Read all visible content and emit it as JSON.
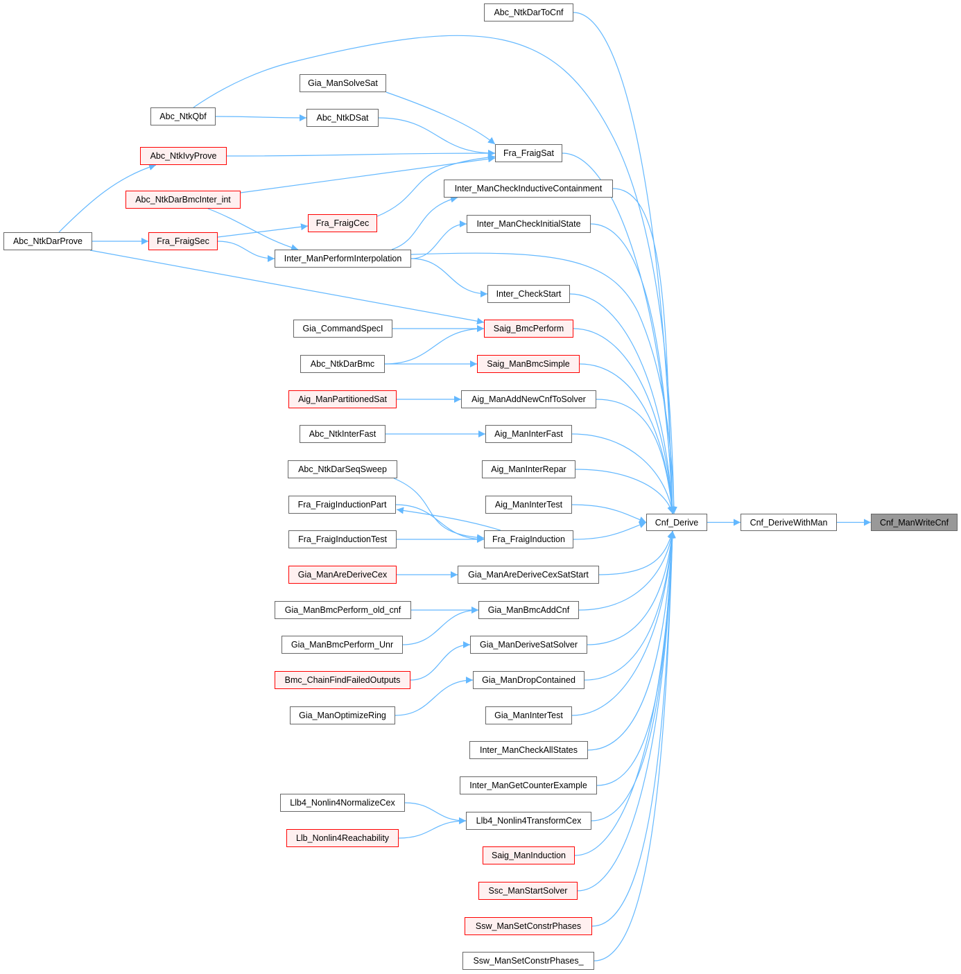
{
  "graph": {
    "title": "Cnf_ManWriteCnf",
    "edge_color": "#63b8ff",
    "nodes": [
      {
        "id": "Cnf_ManWriteCnf",
        "label": "Cnf_ManWriteCnf",
        "style": "gray"
      },
      {
        "id": "Cnf_DeriveWithMan",
        "label": "Cnf_DeriveWithMan",
        "style": "normal"
      },
      {
        "id": "Cnf_Derive",
        "label": "Cnf_Derive",
        "style": "normal"
      },
      {
        "id": "Abc_NtkDarToCnf",
        "label": "Abc_NtkDarToCnf",
        "style": "normal"
      },
      {
        "id": "Fra_FraigSat",
        "label": "Fra_FraigSat",
        "style": "normal"
      },
      {
        "id": "Inter_ManCheckInductiveContainment",
        "label": "Inter_ManCheckInductiveContainment",
        "style": "normal"
      },
      {
        "id": "Inter_ManCheckInitialState",
        "label": "Inter_ManCheckInitialState",
        "style": "normal"
      },
      {
        "id": "Inter_CheckStart",
        "label": "Inter_CheckStart",
        "style": "normal"
      },
      {
        "id": "Saig_BmcPerform",
        "label": "Saig_BmcPerform",
        "style": "red"
      },
      {
        "id": "Saig_ManBmcSimple",
        "label": "Saig_ManBmcSimple",
        "style": "red"
      },
      {
        "id": "Aig_ManAddNewCnfToSolver",
        "label": "Aig_ManAddNewCnfToSolver",
        "style": "normal"
      },
      {
        "id": "Aig_ManInterFast",
        "label": "Aig_ManInterFast",
        "style": "normal"
      },
      {
        "id": "Aig_ManInterRepar",
        "label": "Aig_ManInterRepar",
        "style": "normal"
      },
      {
        "id": "Aig_ManInterTest",
        "label": "Aig_ManInterTest",
        "style": "normal"
      },
      {
        "id": "Fra_FraigInduction",
        "label": "Fra_FraigInduction",
        "style": "normal"
      },
      {
        "id": "Gia_ManAreDeriveCexSatStart",
        "label": "Gia_ManAreDeriveCexSatStart",
        "style": "normal"
      },
      {
        "id": "Gia_ManBmcAddCnf",
        "label": "Gia_ManBmcAddCnf",
        "style": "normal"
      },
      {
        "id": "Gia_ManDeriveSatSolver",
        "label": "Gia_ManDeriveSatSolver",
        "style": "normal"
      },
      {
        "id": "Gia_ManDropContained",
        "label": "Gia_ManDropContained",
        "style": "normal"
      },
      {
        "id": "Gia_ManInterTest",
        "label": "Gia_ManInterTest",
        "style": "normal"
      },
      {
        "id": "Inter_ManCheckAllStates",
        "label": "Inter_ManCheckAllStates",
        "style": "normal"
      },
      {
        "id": "Inter_ManGetCounterExample",
        "label": "Inter_ManGetCounterExample",
        "style": "normal"
      },
      {
        "id": "Llb4_Nonlin4TransformCex",
        "label": "Llb4_Nonlin4TransformCex",
        "style": "normal"
      },
      {
        "id": "Saig_ManInduction",
        "label": "Saig_ManInduction",
        "style": "red"
      },
      {
        "id": "Ssc_ManStartSolver",
        "label": "Ssc_ManStartSolver",
        "style": "red"
      },
      {
        "id": "Ssw_ManSetConstrPhases",
        "label": "Ssw_ManSetConstrPhases",
        "style": "red"
      },
      {
        "id": "Ssw_ManSetConstrPhases_",
        "label": "Ssw_ManSetConstrPhases_",
        "style": "normal"
      },
      {
        "id": "Gia_ManSolveSat",
        "label": "Gia_ManSolveSat",
        "style": "normal"
      },
      {
        "id": "Abc_NtkDSat",
        "label": "Abc_NtkDSat",
        "style": "normal"
      },
      {
        "id": "Fra_FraigCec",
        "label": "Fra_FraigCec",
        "style": "red"
      },
      {
        "id": "Inter_ManPerformInterpolation",
        "label": "Inter_ManPerformInterpolation",
        "style": "normal"
      },
      {
        "id": "Gia_CommandSpecI",
        "label": "Gia_CommandSpecI",
        "style": "normal"
      },
      {
        "id": "Abc_NtkDarBmc",
        "label": "Abc_NtkDarBmc",
        "style": "normal"
      },
      {
        "id": "Aig_ManPartitionedSat",
        "label": "Aig_ManPartitionedSat",
        "style": "red"
      },
      {
        "id": "Abc_NtkInterFast",
        "label": "Abc_NtkInterFast",
        "style": "normal"
      },
      {
        "id": "Abc_NtkDarSeqSweep",
        "label": "Abc_NtkDarSeqSweep",
        "style": "normal"
      },
      {
        "id": "Fra_FraigInductionPart",
        "label": "Fra_FraigInductionPart",
        "style": "normal"
      },
      {
        "id": "Fra_FraigInductionTest",
        "label": "Fra_FraigInductionTest",
        "style": "normal"
      },
      {
        "id": "Gia_ManAreDeriveCex",
        "label": "Gia_ManAreDeriveCex",
        "style": "red"
      },
      {
        "id": "Gia_ManBmcPerform_old_cnf",
        "label": "Gia_ManBmcPerform_old_cnf",
        "style": "normal"
      },
      {
        "id": "Gia_ManBmcPerform_Unr",
        "label": "Gia_ManBmcPerform_Unr",
        "style": "normal"
      },
      {
        "id": "Bmc_ChainFindFailedOutputs",
        "label": "Bmc_ChainFindFailedOutputs",
        "style": "red"
      },
      {
        "id": "Gia_ManOptimizeRing",
        "label": "Gia_ManOptimizeRing",
        "style": "normal"
      },
      {
        "id": "Llb4_Nonlin4NormalizeCex",
        "label": "Llb4_Nonlin4NormalizeCex",
        "style": "normal"
      },
      {
        "id": "Llb_Nonlin4Reachability",
        "label": "Llb_Nonlin4Reachability",
        "style": "red"
      },
      {
        "id": "Abc_NtkQbf",
        "label": "Abc_NtkQbf",
        "style": "normal"
      },
      {
        "id": "Abc_NtkIvyProve",
        "label": "Abc_NtkIvyProve",
        "style": "red"
      },
      {
        "id": "Abc_NtkDarBmcInter_int",
        "label": "Abc_NtkDarBmcInter_int",
        "style": "red"
      },
      {
        "id": "Fra_FraigSec",
        "label": "Fra_FraigSec",
        "style": "red"
      },
      {
        "id": "Abc_NtkDarProve",
        "label": "Abc_NtkDarProve",
        "style": "normal"
      }
    ],
    "edges": [
      [
        "Cnf_Derive",
        "Cnf_DeriveWithMan"
      ],
      [
        "Cnf_DeriveWithMan",
        "Cnf_ManWriteCnf"
      ],
      [
        "Abc_NtkDarToCnf",
        "Cnf_Derive"
      ],
      [
        "Abc_NtkQbf",
        "Cnf_Derive"
      ],
      [
        "Fra_FraigSat",
        "Cnf_Derive"
      ],
      [
        "Inter_ManCheckInductiveContainment",
        "Cnf_Derive"
      ],
      [
        "Inter_ManCheckInitialState",
        "Cnf_Derive"
      ],
      [
        "Inter_ManPerformInterpolation",
        "Cnf_Derive"
      ],
      [
        "Inter_CheckStart",
        "Cnf_Derive"
      ],
      [
        "Saig_BmcPerform",
        "Cnf_Derive"
      ],
      [
        "Saig_ManBmcSimple",
        "Cnf_Derive"
      ],
      [
        "Aig_ManAddNewCnfToSolver",
        "Cnf_Derive"
      ],
      [
        "Aig_ManInterFast",
        "Cnf_Derive"
      ],
      [
        "Aig_ManInterRepar",
        "Cnf_Derive"
      ],
      [
        "Aig_ManInterTest",
        "Cnf_Derive"
      ],
      [
        "Fra_FraigInduction",
        "Cnf_Derive"
      ],
      [
        "Gia_ManAreDeriveCexSatStart",
        "Cnf_Derive"
      ],
      [
        "Gia_ManBmcAddCnf",
        "Cnf_Derive"
      ],
      [
        "Gia_ManDeriveSatSolver",
        "Cnf_Derive"
      ],
      [
        "Gia_ManDropContained",
        "Cnf_Derive"
      ],
      [
        "Gia_ManInterTest",
        "Cnf_Derive"
      ],
      [
        "Inter_ManCheckAllStates",
        "Cnf_Derive"
      ],
      [
        "Inter_ManGetCounterExample",
        "Cnf_Derive"
      ],
      [
        "Llb4_Nonlin4TransformCex",
        "Cnf_Derive"
      ],
      [
        "Saig_ManInduction",
        "Cnf_Derive"
      ],
      [
        "Ssc_ManStartSolver",
        "Cnf_Derive"
      ],
      [
        "Ssw_ManSetConstrPhases",
        "Cnf_Derive"
      ],
      [
        "Ssw_ManSetConstrPhases_",
        "Cnf_Derive"
      ],
      [
        "Gia_ManSolveSat",
        "Fra_FraigSat"
      ],
      [
        "Abc_NtkDSat",
        "Fra_FraigSat"
      ],
      [
        "Abc_NtkIvyProve",
        "Fra_FraigSat"
      ],
      [
        "Abc_NtkDarBmcInter_int",
        "Fra_FraigSat"
      ],
      [
        "Fra_FraigCec",
        "Fra_FraigSat"
      ],
      [
        "Inter_ManPerformInterpolation",
        "Inter_ManCheckInductiveContainment"
      ],
      [
        "Inter_ManPerformInterpolation",
        "Inter_ManCheckInitialState"
      ],
      [
        "Inter_ManPerformInterpolation",
        "Inter_CheckStart"
      ],
      [
        "Abc_NtkDarProve",
        "Saig_BmcPerform"
      ],
      [
        "Gia_CommandSpecI",
        "Saig_BmcPerform"
      ],
      [
        "Abc_NtkDarBmc",
        "Saig_BmcPerform"
      ],
      [
        "Abc_NtkDarBmc",
        "Saig_ManBmcSimple"
      ],
      [
        "Aig_ManPartitionedSat",
        "Aig_ManAddNewCnfToSolver"
      ],
      [
        "Abc_NtkInterFast",
        "Aig_ManInterFast"
      ],
      [
        "Abc_NtkDarSeqSweep",
        "Fra_FraigInduction"
      ],
      [
        "Fra_FraigInductionPart",
        "Fra_FraigInduction"
      ],
      [
        "Fra_FraigInduction",
        "Fra_FraigInductionPart"
      ],
      [
        "Fra_FraigInductionTest",
        "Fra_FraigInduction"
      ],
      [
        "Gia_ManAreDeriveCex",
        "Gia_ManAreDeriveCexSatStart"
      ],
      [
        "Gia_ManBmcPerform_old_cnf",
        "Gia_ManBmcAddCnf"
      ],
      [
        "Gia_ManBmcPerform_Unr",
        "Gia_ManBmcAddCnf"
      ],
      [
        "Bmc_ChainFindFailedOutputs",
        "Gia_ManDeriveSatSolver"
      ],
      [
        "Gia_ManOptimizeRing",
        "Gia_ManDropContained"
      ],
      [
        "Llb4_Nonlin4NormalizeCex",
        "Llb4_Nonlin4TransformCex"
      ],
      [
        "Llb_Nonlin4Reachability",
        "Llb4_Nonlin4TransformCex"
      ],
      [
        "Abc_NtkQbf",
        "Abc_NtkDSat"
      ],
      [
        "Abc_NtkDarProve",
        "Abc_NtkIvyProve"
      ],
      [
        "Abc_NtkDarProve",
        "Fra_FraigSec"
      ],
      [
        "Fra_FraigSec",
        "Fra_FraigCec"
      ],
      [
        "Fra_FraigSec",
        "Inter_ManPerformInterpolation"
      ],
      [
        "Abc_NtkDarBmcInter_int",
        "Inter_ManPerformInterpolation"
      ]
    ]
  }
}
